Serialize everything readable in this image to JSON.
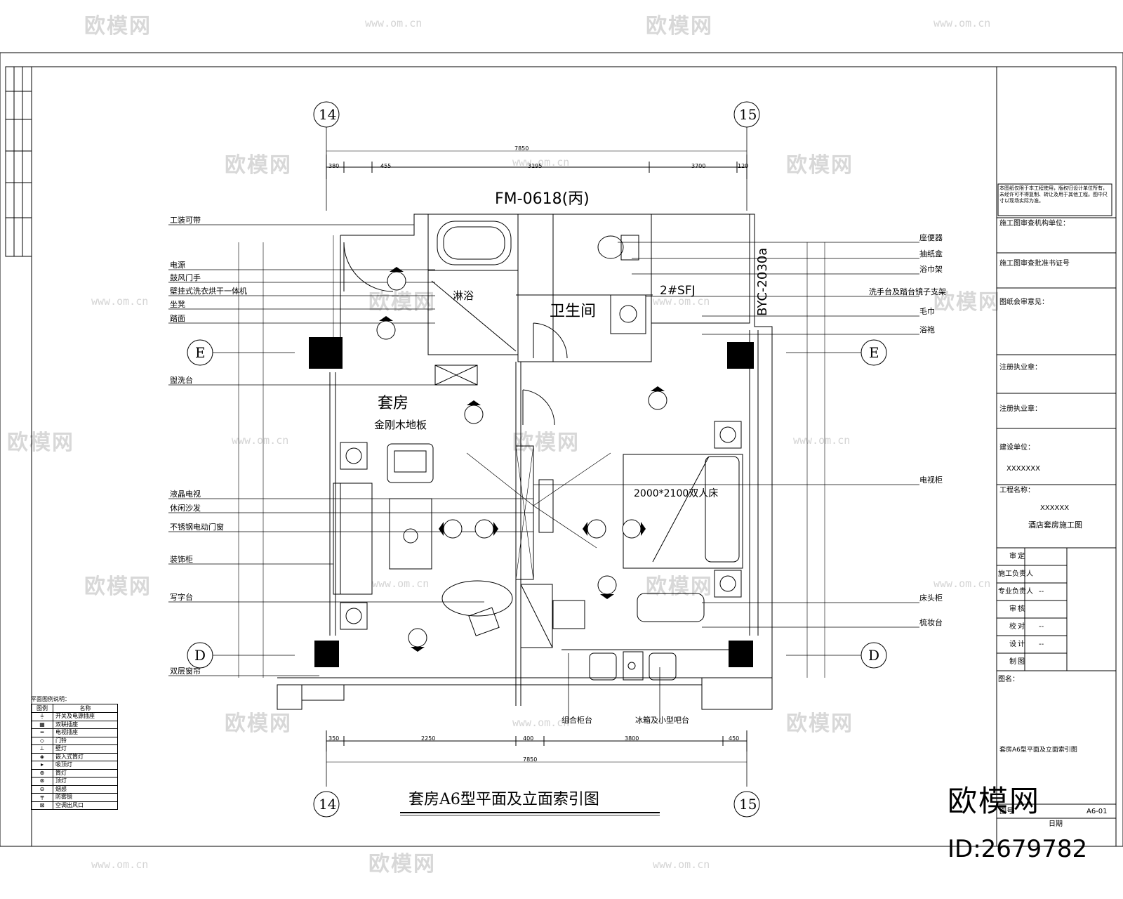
{
  "watermark": {
    "brand": "欧模网",
    "url": "www.om.cn"
  },
  "header_code": "FM-0618(丙)",
  "grids": {
    "col_left": "14",
    "col_right": "15",
    "row_top": "E",
    "row_bottom": "D"
  },
  "rooms": {
    "suite": "套房",
    "floor": "金刚木地板",
    "bathroom": "卫生间",
    "shower": "淋浴",
    "bed": "2000*2100双人床",
    "door_tag": "2#SFJ",
    "vertical_code": "BYC-2030a"
  },
  "left_labels": [
    "工装可带",
    "电源",
    "鼓风门手",
    "壁挂式洗衣烘干一体机",
    "坐凳",
    "踏面",
    "盥洗台",
    "液晶电视",
    "休闲沙发",
    "不锈钢电动门窗",
    "装饰柜",
    "写字台",
    "双层窗帘"
  ],
  "right_labels": [
    "座便器",
    "抽纸盒",
    "浴巾架",
    "洗手台及踏台镜子支架",
    "毛巾",
    "浴袍",
    "电视柜",
    "床头柜",
    "梳妆台"
  ],
  "bottom_labels": [
    "组合柜台",
    "冰箱及小型吧台"
  ],
  "dimensions": {
    "top_total": "7850",
    "top_parts": [
      "380",
      "455",
      "3195",
      "3700",
      "120"
    ],
    "bottom_total": "7850",
    "bottom_parts": [
      "350",
      "2250",
      "400",
      "3800",
      "450"
    ]
  },
  "title": "套房A6型平面及立面索引图",
  "legend": {
    "title": "平面图例说明：",
    "header": [
      "图例",
      "名称"
    ],
    "rows": [
      "开关及电源插座",
      "双联插座",
      "电视插座",
      "门铃",
      "壁灯",
      "嵌入式筒灯",
      "吸顶灯",
      "筒灯",
      "顶灯",
      "烟感",
      "防雾镜",
      "空调出风口"
    ]
  },
  "titleblock": {
    "note": "本图纸仅限于本工程使用，版权归设计单位所有，未经许可不得复制、转让及用于其他工程。图中尺寸以现场实际为准。",
    "rows": [
      "施工图审查机构单位：",
      "施工图审查批准书证号",
      "图纸会审意见：",
      "注册执业章：",
      "注册执业章：",
      "建设单位：",
      "XXXXXXX",
      "工程名称：",
      "XXXXXX",
      "酒店套房施工图"
    ],
    "sign_rows": [
      [
        "审",
        "定",
        ""
      ],
      [
        "施工负责人",
        "",
        ""
      ],
      [
        "专业负责人",
        "",
        "--"
      ],
      [
        "审",
        "核",
        ""
      ],
      [
        "校",
        "对",
        "--"
      ],
      [
        "设",
        "计",
        "--"
      ],
      [
        "制",
        "图",
        ""
      ]
    ],
    "drawing_name_label": "图名：",
    "drawing_name": "套房A6型平面及立面索引图",
    "footer": [
      "图号",
      "日期"
    ],
    "footer_value": "A6-01"
  },
  "id_stamp": {
    "brand": "欧模网",
    "id": "ID:2679782"
  }
}
